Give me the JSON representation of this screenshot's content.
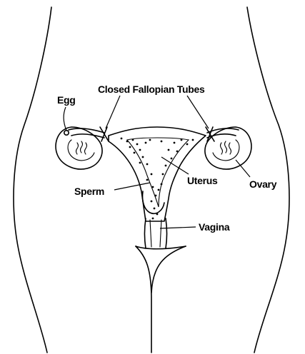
{
  "labels": {
    "closed_fallopian_tubes": "Closed Fallopian Tubes",
    "egg": "Egg",
    "uterus": "Uterus",
    "ovary": "Ovary",
    "sperm": "Sperm",
    "vagina": "Vagina"
  },
  "colors": {
    "ink": "#000000",
    "background": "#ffffff"
  }
}
